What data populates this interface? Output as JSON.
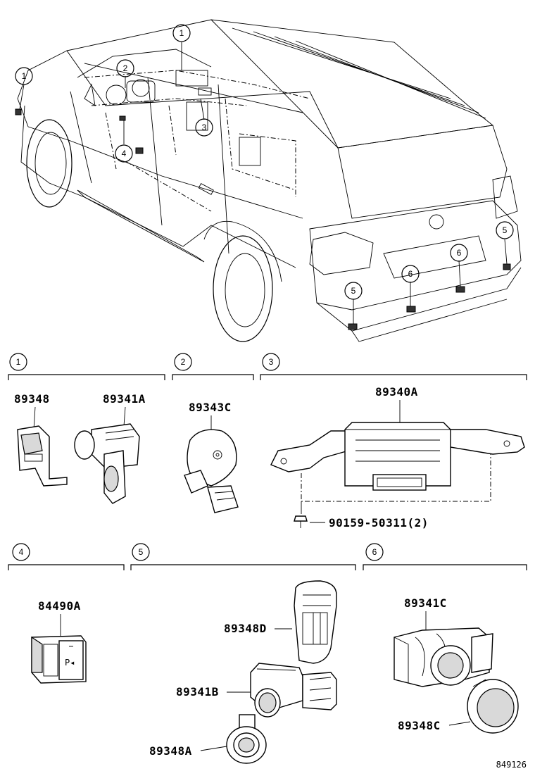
{
  "sections": [
    {
      "num": "1",
      "parts": [
        "89348",
        "89341A"
      ]
    },
    {
      "num": "2",
      "parts": [
        "89343C"
      ]
    },
    {
      "num": "3",
      "parts": [
        "89340A"
      ],
      "bolt": "90159-50311(2)"
    },
    {
      "num": "4",
      "parts": [
        "84490A"
      ]
    },
    {
      "num": "5",
      "parts": [
        "89348D",
        "89341B",
        "89348A"
      ]
    },
    {
      "num": "6",
      "parts": [
        "89341C",
        "89348C"
      ]
    }
  ],
  "car_callouts": [
    "1",
    "1",
    "2",
    "3",
    "4",
    "5",
    "5",
    "6",
    "6"
  ],
  "switch_text": "P◂",
  "diagram_id": "849126"
}
